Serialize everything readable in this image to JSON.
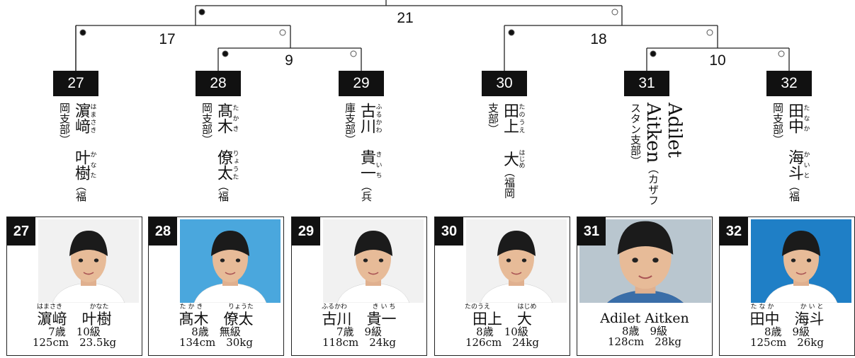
{
  "bracket": {
    "match_numbers": [
      "21",
      "17",
      "18",
      "9",
      "10"
    ]
  },
  "players": [
    {
      "no": "27",
      "family": "濵﨑",
      "given": "叶樹",
      "family_ruby": [
        "は",
        "ま",
        "さ",
        "き"
      ],
      "given_ruby": [
        "か",
        "な",
        "た"
      ],
      "family_ruby_line": "はまさき",
      "given_ruby_line": "かなた",
      "branch": "（福岡支部）",
      "age": "7歳",
      "grade": "10級",
      "height": "125cm",
      "weight": "23.5kg",
      "photo_bg": "#f1f1f1",
      "shirt": "#ffffff"
    },
    {
      "no": "28",
      "family": "髙木",
      "given": "僚太",
      "family_ruby": [
        "た",
        "か",
        "き"
      ],
      "given_ruby": [
        "りょう",
        "た"
      ],
      "family_ruby_line": "た か き",
      "given_ruby_line": "りょうた",
      "branch": "（福岡支部）",
      "age": "8歳",
      "grade": "無級",
      "height": "134cm",
      "weight": "30kg",
      "photo_bg": "#4aa7dd",
      "shirt": "#ffffff"
    },
    {
      "no": "29",
      "family": "古川",
      "given": "貴一",
      "family_ruby": [
        "ふる",
        "かわ"
      ],
      "given_ruby": [
        "き",
        "い",
        "ち"
      ],
      "family_ruby_line": "ふるかわ",
      "given_ruby_line": "き い ち",
      "branch": "（兵庫支部）",
      "age": "7歳",
      "grade": "9級",
      "height": "118cm",
      "weight": "24kg",
      "photo_bg": "#f1f1f1",
      "shirt": "#ffffff"
    },
    {
      "no": "30",
      "family": "田上",
      "given": "大",
      "family_ruby": [
        "た",
        "の",
        "う",
        "え"
      ],
      "given_ruby": [
        "は",
        "じ",
        "め"
      ],
      "family_ruby_line": "たのうえ",
      "given_ruby_line": "はじめ",
      "branch": "（福岡支部）",
      "age": "8歳",
      "grade": "10級",
      "height": "126cm",
      "weight": "24kg",
      "photo_bg": "#f1f1f1",
      "shirt": "#ffffff"
    },
    {
      "no": "31",
      "latin_name": "Adilet Aitken",
      "branch": "（カザフスタン支部）",
      "age": "8歳",
      "grade": "9級",
      "height": "128cm",
      "weight": "28kg",
      "photo_bg": "#b9c6cf",
      "shirt": "#3a6ea8"
    },
    {
      "no": "32",
      "family": "田中",
      "given": "海斗",
      "family_ruby": [
        "た",
        "な",
        "か"
      ],
      "given_ruby": [
        "かい",
        "と"
      ],
      "family_ruby_line": "た な か",
      "given_ruby_line": "か い と",
      "branch": "（福岡支部）",
      "age": "8歳",
      "grade": "9級",
      "height": "125cm",
      "weight": "26kg",
      "photo_bg": "#1f7fc6",
      "shirt": "#ffffff"
    }
  ]
}
